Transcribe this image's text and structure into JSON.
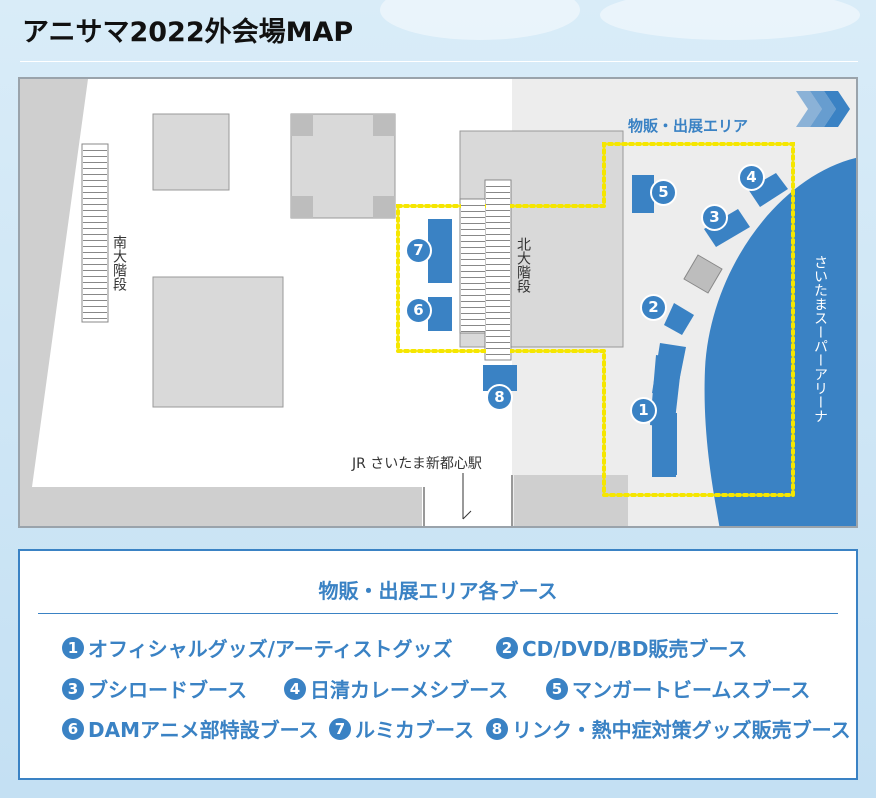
{
  "title": "アニサマ2022外会場MAP",
  "map": {
    "area_label": "物販・出展エリア",
    "south_stairs": "南大階段",
    "north_stairs": "北大階段",
    "station": "JR さいたま新都心駅",
    "arena": "さいたまスーパーアリーナ",
    "markers": [
      "1",
      "2",
      "3",
      "4",
      "5",
      "6",
      "7",
      "8"
    ]
  },
  "legend": {
    "title": "物販・出展エリア各ブース",
    "items": [
      {
        "num": "1",
        "label": "オフィシャルグッズ/アーティストグッズ"
      },
      {
        "num": "2",
        "label": "CD/DVD/BD販売ブース"
      },
      {
        "num": "3",
        "label": "ブシロードブース"
      },
      {
        "num": "4",
        "label": "日清カレーメシブース"
      },
      {
        "num": "5",
        "label": "マンガートビームスブース"
      },
      {
        "num": "6",
        "label": "DAMアニメ部特設ブース"
      },
      {
        "num": "7",
        "label": "ルミカブース"
      },
      {
        "num": "8",
        "label": "リンク・熱中症対策グッズ販売ブース"
      }
    ]
  },
  "colors": {
    "accent": "#3a82c4",
    "highlight": "#f5e600",
    "building": "#d9d9d9"
  }
}
